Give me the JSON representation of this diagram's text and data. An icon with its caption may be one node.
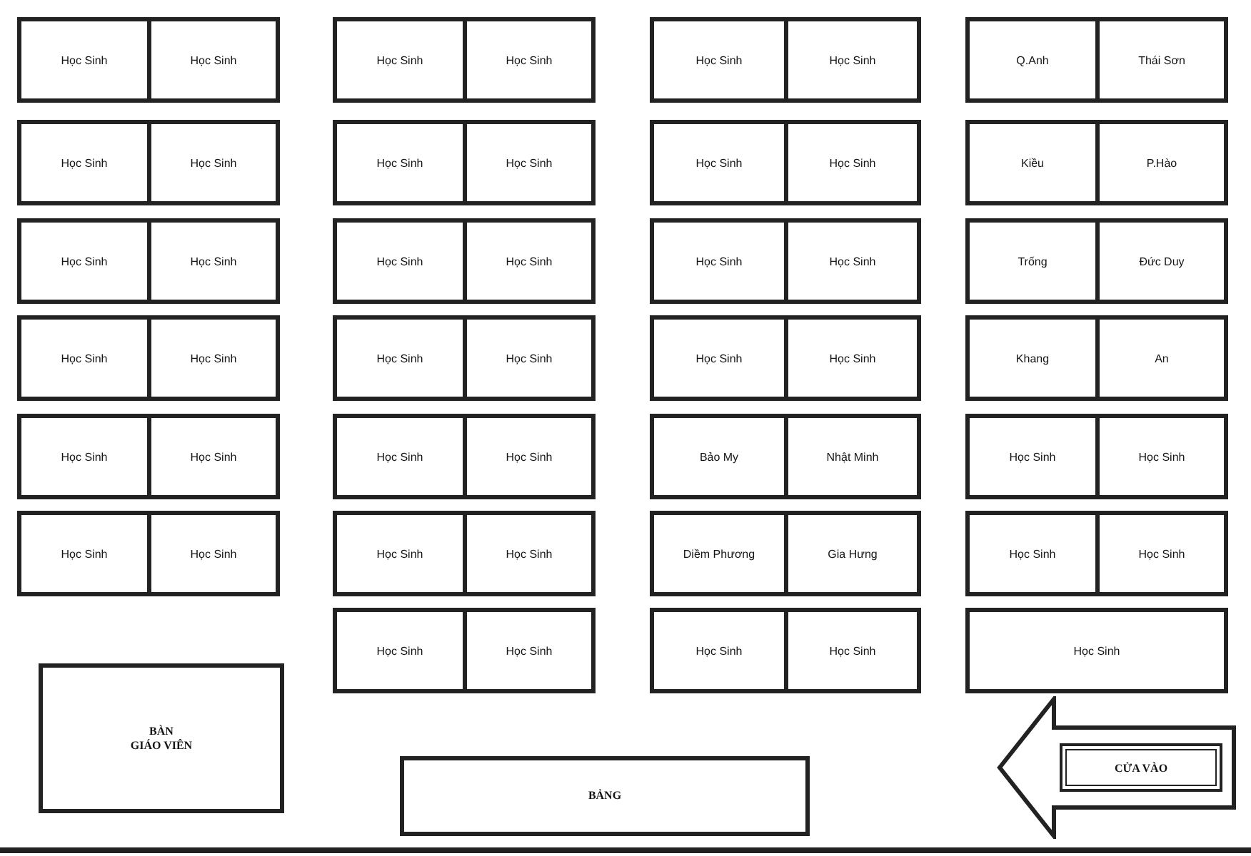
{
  "diagram": {
    "nodes": [
      {
        "text": [
          "Học Sinh"
        ]
      },
      {
        "text": [
          "Học Sinh"
        ]
      },
      {
        "text": [
          "Học Sinh"
        ]
      },
      {
        "text": [
          "Học Sinh"
        ]
      },
      {
        "text": [
          "Học Sinh"
        ]
      },
      {
        "text": [
          "Học Sinh"
        ]
      },
      {
        "text": [
          "Q.Anh"
        ]
      },
      {
        "text": [
          "Thái Sơn"
        ]
      },
      {
        "text": [
          "Học Sinh"
        ]
      },
      {
        "text": [
          "Học Sinh"
        ]
      },
      {
        "text": [
          "Học Sinh"
        ]
      },
      {
        "text": [
          "Học Sinh"
        ]
      },
      {
        "text": [
          "Học Sinh"
        ]
      },
      {
        "text": [
          "Học Sinh"
        ]
      },
      {
        "text": [
          "Kiều"
        ]
      },
      {
        "text": [
          "P.Hào"
        ]
      },
      {
        "text": [
          "Học Sinh"
        ]
      },
      {
        "text": [
          "Học Sinh"
        ]
      },
      {
        "text": [
          "Học Sinh"
        ]
      },
      {
        "text": [
          "Học Sinh"
        ]
      },
      {
        "text": [
          "Học Sinh"
        ]
      },
      {
        "text": [
          "Học Sinh"
        ]
      },
      {
        "text": [
          "Trống"
        ]
      },
      {
        "text": [
          "Đức Duy"
        ]
      },
      {
        "text": [
          "Học Sinh"
        ]
      },
      {
        "text": [
          "Học Sinh"
        ]
      },
      {
        "text": [
          "Học Sinh"
        ]
      },
      {
        "text": [
          "Học Sinh"
        ]
      },
      {
        "text": [
          "Học Sinh"
        ]
      },
      {
        "text": [
          "Học Sinh"
        ]
      },
      {
        "text": [
          "Khang"
        ]
      },
      {
        "text": [
          "An"
        ]
      },
      {
        "text": [
          "Học Sinh"
        ]
      },
      {
        "text": [
          "Học Sinh"
        ]
      },
      {
        "text": [
          "Học Sinh"
        ]
      },
      {
        "text": [
          "Học Sinh"
        ]
      },
      {
        "text": [
          "Bảo My"
        ]
      },
      {
        "text": [
          "Nhật Minh"
        ]
      },
      {
        "text": [
          "Học Sinh"
        ]
      },
      {
        "text": [
          "Học Sinh"
        ]
      },
      {
        "text": [
          "Học Sinh"
        ]
      },
      {
        "text": [
          "Học Sinh"
        ]
      },
      {
        "text": [
          "Học Sinh"
        ]
      },
      {
        "text": [
          "Học Sinh"
        ]
      },
      {
        "text": [
          "Diềm Phương"
        ]
      },
      {
        "text": [
          "Gia Hưng"
        ]
      },
      {
        "text": [
          "Học Sinh"
        ]
      },
      {
        "text": [
          "Học Sinh"
        ]
      },
      {
        "text": [
          "Học Sinh"
        ]
      },
      {
        "text": [
          "Học Sinh"
        ]
      },
      {
        "text": [
          "Học Sinh"
        ]
      },
      {
        "text": [
          "Học Sinh"
        ]
      },
      {
        "text": [
          "Học Sinh"
        ]
      },
      {
        "text": [
          "BÀN GIÁO VIÊN"
        ]
      },
      {
        "text": [
          "BẢNG"
        ]
      },
      {
        "text": [
          "CỬA VÀO"
        ]
      }
    ]
  }
}
